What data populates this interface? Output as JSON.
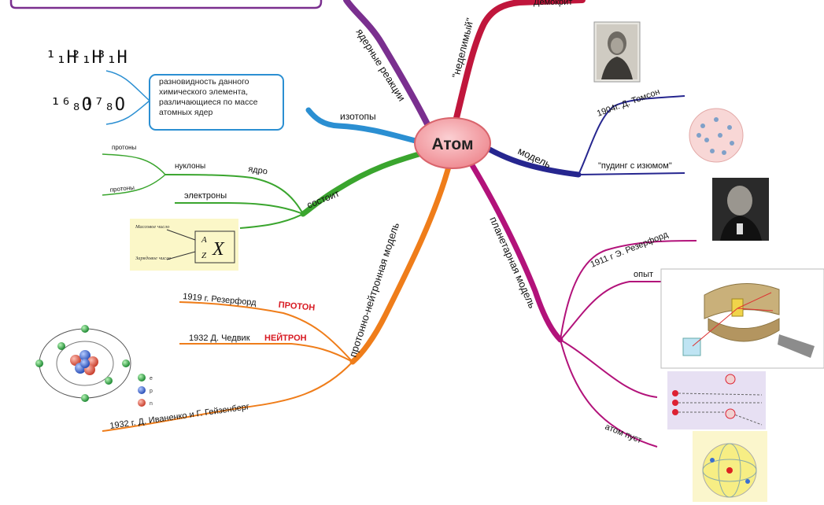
{
  "center": {
    "label": "Атом"
  },
  "branches": {
    "nuclear": {
      "label": "ядерные реакции"
    },
    "indivisible": {
      "label": "\"неделимый\"",
      "sub": {
        "democritus": "Демокрит"
      }
    },
    "model": {
      "label": "модель",
      "sub": {
        "thomson": "1904г. Д. Томсон",
        "pudding": "\"пудинг с изюмом\""
      }
    },
    "planetary": {
      "label": "планетарная модель",
      "sub": {
        "rutherford": "1911 г Э. Резерфорд",
        "experiment": "опыт",
        "empty": "атом пуст"
      }
    },
    "protonneutron": {
      "label": "протонно-нейтронная модель",
      "sub": {
        "proton_line": "1919 г. Резерфорд",
        "proton_word": "ПРОТОН",
        "neutron_line": "1932 Д. Чедвик",
        "neutron_word": "НЕЙТРОН",
        "ivanenko": "1932 г. Д. Иваненко и Г. Гейзенберг"
      }
    },
    "consists": {
      "label": "состоит",
      "sub": {
        "nucleus": "ядро",
        "nucleons": "нуклоны",
        "protons1": "протоны",
        "protons2": "протоны",
        "electrons": "электроны"
      }
    },
    "isotopes": {
      "label": "изотопы",
      "definition": "разновидность данного химического элемента, различающиеся по массе атомных ядер",
      "formulas": {
        "h1": "¹₁H",
        "h2": "²₁H",
        "h3": "³₁H",
        "o16": "¹⁶₈O",
        "o17": "¹⁷₈O"
      }
    }
  },
  "notation_card": {
    "mass_label": "Массовое число",
    "charge_label": "Зарядовое число",
    "a": "A",
    "z": "Z",
    "x": "X"
  },
  "atom_legend": {
    "e": "e",
    "p": "p",
    "n": "n"
  },
  "colors": {
    "center_fill": "#f4a3a8",
    "purple": "#7a2f8f",
    "crimson": "#c0163c",
    "navy": "#26268f",
    "magenta": "#b2127a",
    "orange": "#ef7d1a",
    "green": "#3aa52e",
    "blue": "#2b8fd2"
  }
}
